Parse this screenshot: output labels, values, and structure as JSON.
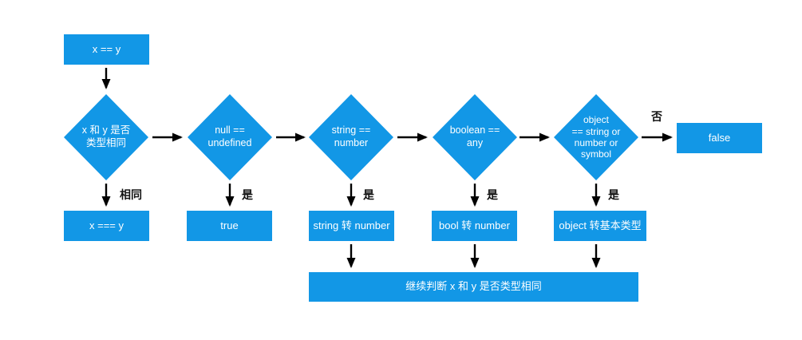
{
  "colors": {
    "node_fill": "#1297e6",
    "node_text": "#ffffff",
    "edge": "#000000",
    "label_text": "#111111",
    "background": "#ffffff"
  },
  "nodes": {
    "start": {
      "label": "x == y"
    },
    "check_same_type": {
      "label": "x 和 y 是否\n类型相同"
    },
    "check_null_undefined": {
      "label": "null ==\nundefined"
    },
    "check_string_number": {
      "label": "string ==\nnumber"
    },
    "check_boolean_any": {
      "label": "boolean ==\nany"
    },
    "check_object_primitive": {
      "label": "object\n== string or\nnumber or\nsymbol"
    },
    "result_false": {
      "label": "false"
    },
    "result_strict_equal": {
      "label": "x === y"
    },
    "result_true": {
      "label": "true"
    },
    "convert_string_to_number": {
      "label": "string 转 number"
    },
    "convert_bool_to_number": {
      "label": "bool 转 number"
    },
    "convert_object_to_primitive": {
      "label": "object 转基本类型"
    },
    "continue_check": {
      "label": "继续判断 x 和 y 是否类型相同"
    }
  },
  "edge_labels": {
    "same": "相同",
    "yes": "是",
    "no": "否"
  }
}
